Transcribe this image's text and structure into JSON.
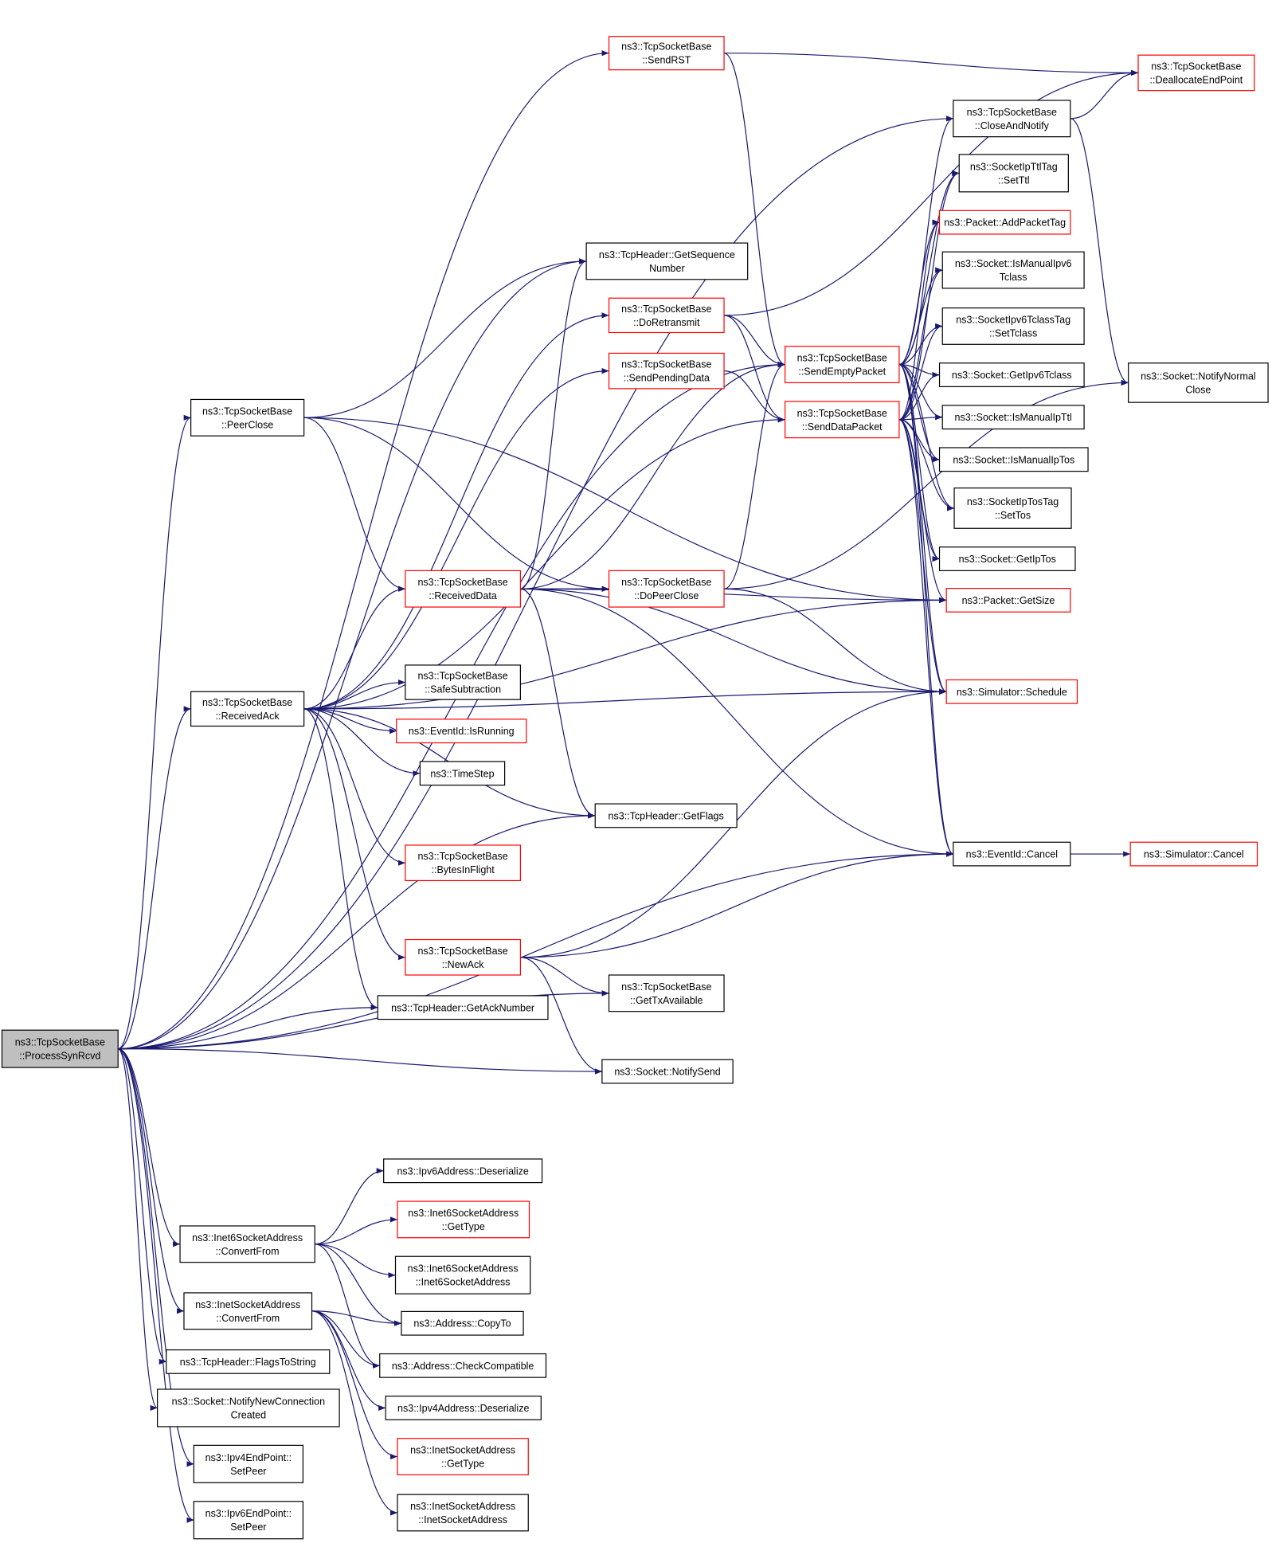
{
  "diagram": {
    "colors": {
      "edge": "#191970",
      "node_border_normal": "#000000",
      "node_border_truncated": "#ff0000",
      "root_fill": "#bfbfbf",
      "node_fill": "#ffffff"
    },
    "nodes": [
      {
        "id": "root",
        "lines": [
          "ns3::TcpSocketBase",
          "::ProcessSynRcvd"
        ],
        "style": "root"
      },
      {
        "id": "sendrst",
        "lines": [
          "ns3::TcpSocketBase",
          "::SendRST"
        ],
        "style": "truncated"
      },
      {
        "id": "dealloc",
        "lines": [
          "ns3::TcpSocketBase",
          "::DeallocateEndPoint"
        ],
        "style": "truncated"
      },
      {
        "id": "closenotify",
        "lines": [
          "ns3::TcpSocketBase",
          "::CloseAndNotify"
        ],
        "style": "normal"
      },
      {
        "id": "setttl",
        "lines": [
          "ns3::SocketIpTtlTag",
          "::SetTtl"
        ],
        "style": "normal"
      },
      {
        "id": "addpackettag",
        "lines": [
          "ns3::Packet::AddPacketTag"
        ],
        "style": "truncated"
      },
      {
        "id": "ismanipv6tc",
        "lines": [
          "ns3::Socket::IsManualIpv6",
          "Tclass"
        ],
        "style": "normal"
      },
      {
        "id": "settclass",
        "lines": [
          "ns3::SocketIpv6TclassTag",
          "::SetTclass"
        ],
        "style": "normal"
      },
      {
        "id": "getipv6tc",
        "lines": [
          "ns3::Socket::GetIpv6Tclass"
        ],
        "style": "normal"
      },
      {
        "id": "ismanipttl",
        "lines": [
          "ns3::Socket::IsManualIpTtl"
        ],
        "style": "normal"
      },
      {
        "id": "ismaniptos",
        "lines": [
          "ns3::Socket::IsManualIpTos"
        ],
        "style": "normal"
      },
      {
        "id": "settos",
        "lines": [
          "ns3::SocketIpTosTag",
          "::SetTos"
        ],
        "style": "normal"
      },
      {
        "id": "getiptos",
        "lines": [
          "ns3::Socket::GetIpTos"
        ],
        "style": "normal"
      },
      {
        "id": "getsize",
        "lines": [
          "ns3::Packet::GetSize"
        ],
        "style": "truncated"
      },
      {
        "id": "schedule",
        "lines": [
          "ns3::Simulator::Schedule"
        ],
        "style": "truncated"
      },
      {
        "id": "notifynormal",
        "lines": [
          "ns3::Socket::NotifyNormal",
          "Close"
        ],
        "style": "normal"
      },
      {
        "id": "getseq",
        "lines": [
          "ns3::TcpHeader::GetSequence",
          "Number"
        ],
        "style": "normal"
      },
      {
        "id": "doretransmit",
        "lines": [
          "ns3::TcpSocketBase",
          "::DoRetransmit"
        ],
        "style": "truncated"
      },
      {
        "id": "sendpending",
        "lines": [
          "ns3::TcpSocketBase",
          "::SendPendingData"
        ],
        "style": "truncated"
      },
      {
        "id": "sendempty",
        "lines": [
          "ns3::TcpSocketBase",
          "::SendEmptyPacket"
        ],
        "style": "truncated"
      },
      {
        "id": "senddata",
        "lines": [
          "ns3::TcpSocketBase",
          "::SendDataPacket"
        ],
        "style": "truncated"
      },
      {
        "id": "peerclose",
        "lines": [
          "ns3::TcpSocketBase",
          "::PeerClose"
        ],
        "style": "normal"
      },
      {
        "id": "receiveddata",
        "lines": [
          "ns3::TcpSocketBase",
          "::ReceivedData"
        ],
        "style": "truncated"
      },
      {
        "id": "dopeerclose",
        "lines": [
          "ns3::TcpSocketBase",
          "::DoPeerClose"
        ],
        "style": "truncated"
      },
      {
        "id": "receivedack",
        "lines": [
          "ns3::TcpSocketBase",
          "::ReceivedAck"
        ],
        "style": "normal"
      },
      {
        "id": "safesub",
        "lines": [
          "ns3::TcpSocketBase",
          "::SafeSubtraction"
        ],
        "style": "normal"
      },
      {
        "id": "isrunning",
        "lines": [
          "ns3::EventId::IsRunning"
        ],
        "style": "truncated"
      },
      {
        "id": "timestep",
        "lines": [
          "ns3::TimeStep"
        ],
        "style": "normal"
      },
      {
        "id": "getflags",
        "lines": [
          "ns3::TcpHeader::GetFlags"
        ],
        "style": "normal"
      },
      {
        "id": "bytesinflight",
        "lines": [
          "ns3::TcpSocketBase",
          "::BytesInFlight"
        ],
        "style": "truncated"
      },
      {
        "id": "evcancel",
        "lines": [
          "ns3::EventId::Cancel"
        ],
        "style": "normal"
      },
      {
        "id": "simcancel",
        "lines": [
          "ns3::Simulator::Cancel"
        ],
        "style": "truncated"
      },
      {
        "id": "newack",
        "lines": [
          "ns3::TcpSocketBase",
          "::NewAck"
        ],
        "style": "truncated"
      },
      {
        "id": "gettxavail",
        "lines": [
          "ns3::TcpSocketBase",
          "::GetTxAvailable"
        ],
        "style": "normal"
      },
      {
        "id": "getacknum",
        "lines": [
          "ns3::TcpHeader::GetAckNumber"
        ],
        "style": "normal"
      },
      {
        "id": "notifysend",
        "lines": [
          "ns3::Socket::NotifySend"
        ],
        "style": "normal"
      },
      {
        "id": "ipv6deser",
        "lines": [
          "ns3::Ipv6Address::Deserialize"
        ],
        "style": "normal"
      },
      {
        "id": "inet6gettype",
        "lines": [
          "ns3::Inet6SocketAddress",
          "::GetType"
        ],
        "style": "truncated"
      },
      {
        "id": "inet6ctor",
        "lines": [
          "ns3::Inet6SocketAddress",
          "::Inet6SocketAddress"
        ],
        "style": "normal"
      },
      {
        "id": "inet6conv",
        "lines": [
          "ns3::Inet6SocketAddress",
          "::ConvertFrom"
        ],
        "style": "normal"
      },
      {
        "id": "inetconv",
        "lines": [
          "ns3::InetSocketAddress",
          "::ConvertFrom"
        ],
        "style": "normal"
      },
      {
        "id": "copyto",
        "lines": [
          "ns3::Address::CopyTo"
        ],
        "style": "normal"
      },
      {
        "id": "checkcompat",
        "lines": [
          "ns3::Address::CheckCompatible"
        ],
        "style": "normal"
      },
      {
        "id": "ipv4deser",
        "lines": [
          "ns3::Ipv4Address::Deserialize"
        ],
        "style": "normal"
      },
      {
        "id": "inetgettype",
        "lines": [
          "ns3::InetSocketAddress",
          "::GetType"
        ],
        "style": "truncated"
      },
      {
        "id": "inetctor",
        "lines": [
          "ns3::InetSocketAddress",
          "::InetSocketAddress"
        ],
        "style": "normal"
      },
      {
        "id": "flagstostr",
        "lines": [
          "ns3::TcpHeader::FlagsToString"
        ],
        "style": "normal"
      },
      {
        "id": "notifynewconn",
        "lines": [
          "ns3::Socket::NotifyNewConnection",
          "Created"
        ],
        "style": "normal"
      },
      {
        "id": "ipv4ep",
        "lines": [
          "ns3::Ipv4EndPoint::",
          "SetPeer"
        ],
        "style": "normal"
      },
      {
        "id": "ipv6ep",
        "lines": [
          "ns3::Ipv6EndPoint::",
          "SetPeer"
        ],
        "style": "normal"
      }
    ],
    "edges": [
      [
        "root",
        "sendrst"
      ],
      [
        "root",
        "closenotify"
      ],
      [
        "root",
        "sendempty"
      ],
      [
        "root",
        "getseq"
      ],
      [
        "root",
        "peerclose"
      ],
      [
        "root",
        "receivedack"
      ],
      [
        "root",
        "getflags"
      ],
      [
        "root",
        "getacknum"
      ],
      [
        "root",
        "gettxavail"
      ],
      [
        "root",
        "notifysend"
      ],
      [
        "root",
        "evcancel"
      ],
      [
        "root",
        "inet6conv"
      ],
      [
        "root",
        "inetconv"
      ],
      [
        "root",
        "flagstostr"
      ],
      [
        "root",
        "notifynewconn"
      ],
      [
        "root",
        "ipv4ep"
      ],
      [
        "root",
        "ipv6ep"
      ],
      [
        "sendrst",
        "dealloc"
      ],
      [
        "sendrst",
        "sendempty"
      ],
      [
        "closenotify",
        "dealloc"
      ],
      [
        "closenotify",
        "notifynormal"
      ],
      [
        "doretransmit",
        "dealloc"
      ],
      [
        "doretransmit",
        "sendempty"
      ],
      [
        "doretransmit",
        "senddata"
      ],
      [
        "sendpending",
        "senddata"
      ],
      [
        "sendempty",
        "closenotify"
      ],
      [
        "sendempty",
        "setttl"
      ],
      [
        "sendempty",
        "addpackettag"
      ],
      [
        "sendempty",
        "ismanipv6tc"
      ],
      [
        "sendempty",
        "settclass"
      ],
      [
        "sendempty",
        "getipv6tc"
      ],
      [
        "sendempty",
        "ismanipttl"
      ],
      [
        "sendempty",
        "ismaniptos"
      ],
      [
        "sendempty",
        "settos"
      ],
      [
        "sendempty",
        "getiptos"
      ],
      [
        "sendempty",
        "schedule"
      ],
      [
        "sendempty",
        "evcancel"
      ],
      [
        "senddata",
        "setttl"
      ],
      [
        "senddata",
        "addpackettag"
      ],
      [
        "senddata",
        "ismanipv6tc"
      ],
      [
        "senddata",
        "settclass"
      ],
      [
        "senddata",
        "getipv6tc"
      ],
      [
        "senddata",
        "ismanipttl"
      ],
      [
        "senddata",
        "ismaniptos"
      ],
      [
        "senddata",
        "settos"
      ],
      [
        "senddata",
        "getiptos"
      ],
      [
        "senddata",
        "getsize"
      ],
      [
        "senddata",
        "schedule"
      ],
      [
        "senddata",
        "evcancel"
      ],
      [
        "peerclose",
        "getseq"
      ],
      [
        "peerclose",
        "receiveddata"
      ],
      [
        "peerclose",
        "dopeerclose"
      ],
      [
        "peerclose",
        "getsize"
      ],
      [
        "receiveddata",
        "getseq"
      ],
      [
        "receiveddata",
        "sendempty"
      ],
      [
        "receiveddata",
        "dopeerclose"
      ],
      [
        "receiveddata",
        "getsize"
      ],
      [
        "receiveddata",
        "schedule"
      ],
      [
        "receiveddata",
        "getflags"
      ],
      [
        "receiveddata",
        "evcancel"
      ],
      [
        "dopeerclose",
        "sendempty"
      ],
      [
        "dopeerclose",
        "notifynormal"
      ],
      [
        "dopeerclose",
        "schedule"
      ],
      [
        "receivedack",
        "doretransmit"
      ],
      [
        "receivedack",
        "sendpending"
      ],
      [
        "receivedack",
        "senddata"
      ],
      [
        "receivedack",
        "getsize"
      ],
      [
        "receivedack",
        "receiveddata"
      ],
      [
        "receivedack",
        "schedule"
      ],
      [
        "receivedack",
        "safesub"
      ],
      [
        "receivedack",
        "isrunning"
      ],
      [
        "receivedack",
        "timestep"
      ],
      [
        "receivedack",
        "getflags"
      ],
      [
        "receivedack",
        "bytesinflight"
      ],
      [
        "receivedack",
        "newack"
      ],
      [
        "receivedack",
        "getacknum"
      ],
      [
        "newack",
        "schedule"
      ],
      [
        "newack",
        "evcancel"
      ],
      [
        "newack",
        "gettxavail"
      ],
      [
        "newack",
        "notifysend"
      ],
      [
        "evcancel",
        "simcancel"
      ],
      [
        "inet6conv",
        "ipv6deser"
      ],
      [
        "inet6conv",
        "inet6gettype"
      ],
      [
        "inet6conv",
        "inet6ctor"
      ],
      [
        "inet6conv",
        "copyto"
      ],
      [
        "inet6conv",
        "checkcompat"
      ],
      [
        "inetconv",
        "copyto"
      ],
      [
        "inetconv",
        "checkcompat"
      ],
      [
        "inetconv",
        "ipv4deser"
      ],
      [
        "inetconv",
        "inetgettype"
      ],
      [
        "inetconv",
        "inetctor"
      ]
    ]
  }
}
